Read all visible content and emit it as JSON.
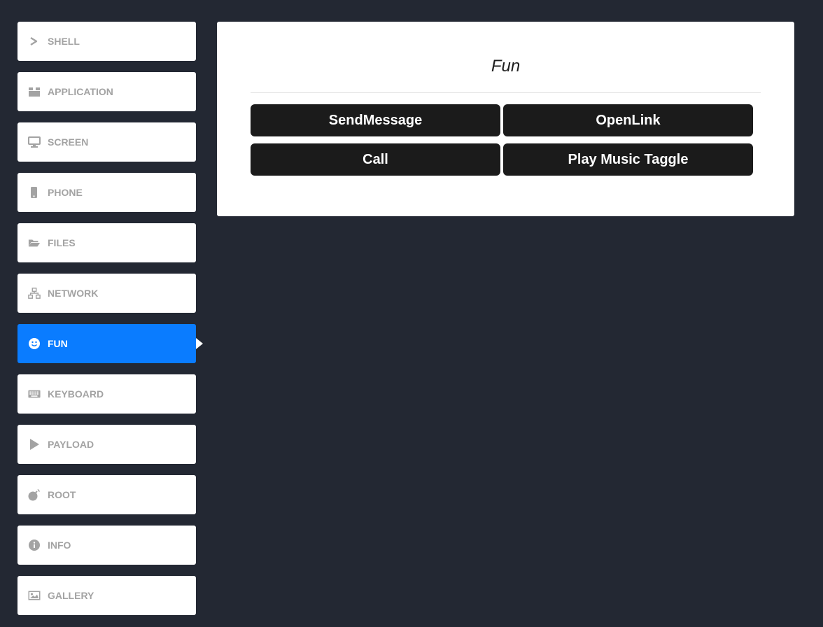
{
  "sidebar": {
    "items": [
      {
        "label": "SHELL",
        "icon": "terminal-icon"
      },
      {
        "label": "APPLICATION",
        "icon": "box-icon"
      },
      {
        "label": "SCREEN",
        "icon": "monitor-icon"
      },
      {
        "label": "PHONE",
        "icon": "phone-icon"
      },
      {
        "label": "FILES",
        "icon": "folder-icon"
      },
      {
        "label": "NETWORK",
        "icon": "network-icon"
      },
      {
        "label": "FUN",
        "icon": "smile-icon",
        "active": true
      },
      {
        "label": "KEYBOARD",
        "icon": "keyboard-icon"
      },
      {
        "label": "PAYLOAD",
        "icon": "play-icon"
      },
      {
        "label": "ROOT",
        "icon": "bomb-icon"
      },
      {
        "label": "INFO",
        "icon": "info-icon"
      },
      {
        "label": "GALLERY",
        "icon": "image-icon"
      }
    ]
  },
  "panel": {
    "title": "Fun",
    "buttons": [
      {
        "label": "SendMessage"
      },
      {
        "label": "OpenLink"
      },
      {
        "label": "Call"
      },
      {
        "label": "Play Music Taggle"
      }
    ]
  },
  "colors": {
    "background": "#232833",
    "accent": "#0a7cff",
    "button": "#1b1b1b",
    "muted_text": "#a3a3a3"
  }
}
